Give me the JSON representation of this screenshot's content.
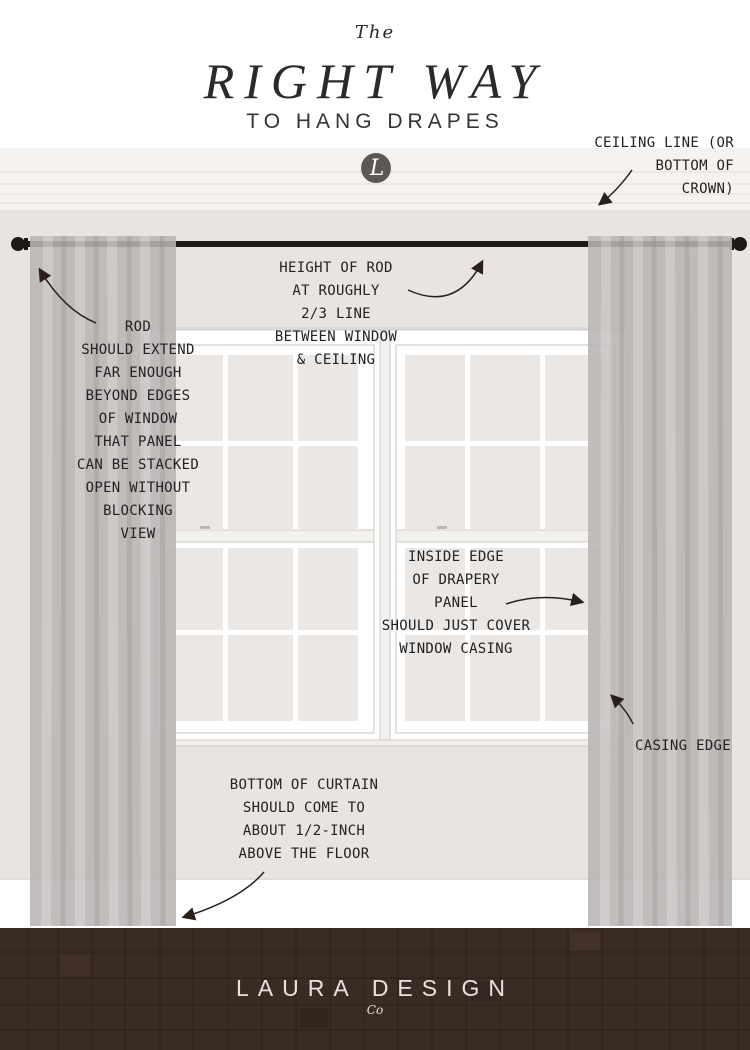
{
  "header": {
    "the": "The",
    "title": "RIGHT WAY",
    "subtitle": "TO HANG DRAPES",
    "logo_letter": "L"
  },
  "labels": {
    "ceiling": [
      "CEILING LINE (OR",
      "BOTTOM OF",
      "CROWN)"
    ],
    "height": [
      "HEIGHT OF ROD",
      "AT ROUGHLY",
      "2/3 LINE",
      "BETWEEN WINDOW",
      "& CEILING"
    ],
    "rod": [
      "ROD",
      "SHOULD EXTEND",
      "FAR ENOUGH",
      "BEYOND EDGES",
      "OF WINDOW",
      "THAT PANEL",
      "CAN BE STACKED",
      "OPEN WITHOUT",
      "BLOCKING",
      "VIEW"
    ],
    "inside_edge": [
      "INSIDE EDGE",
      "OF DRAPERY",
      "PANEL",
      "SHOULD JUST COVER",
      "WINDOW CASING"
    ],
    "casing": [
      "CASING EDGE"
    ],
    "bottom": [
      "BOTTOM OF CURTAIN",
      "SHOULD COME TO",
      "ABOUT 1/2-INCH",
      "ABOVE THE FLOOR"
    ]
  },
  "brand": {
    "name": "LAURA DESIGN",
    "co": "Co"
  },
  "colors": {
    "wall": "#e9e4e1",
    "floor": "#3b2c23",
    "curtain": "#b9b4b3",
    "rod": "#1f1a17",
    "window": "#ffffff"
  }
}
